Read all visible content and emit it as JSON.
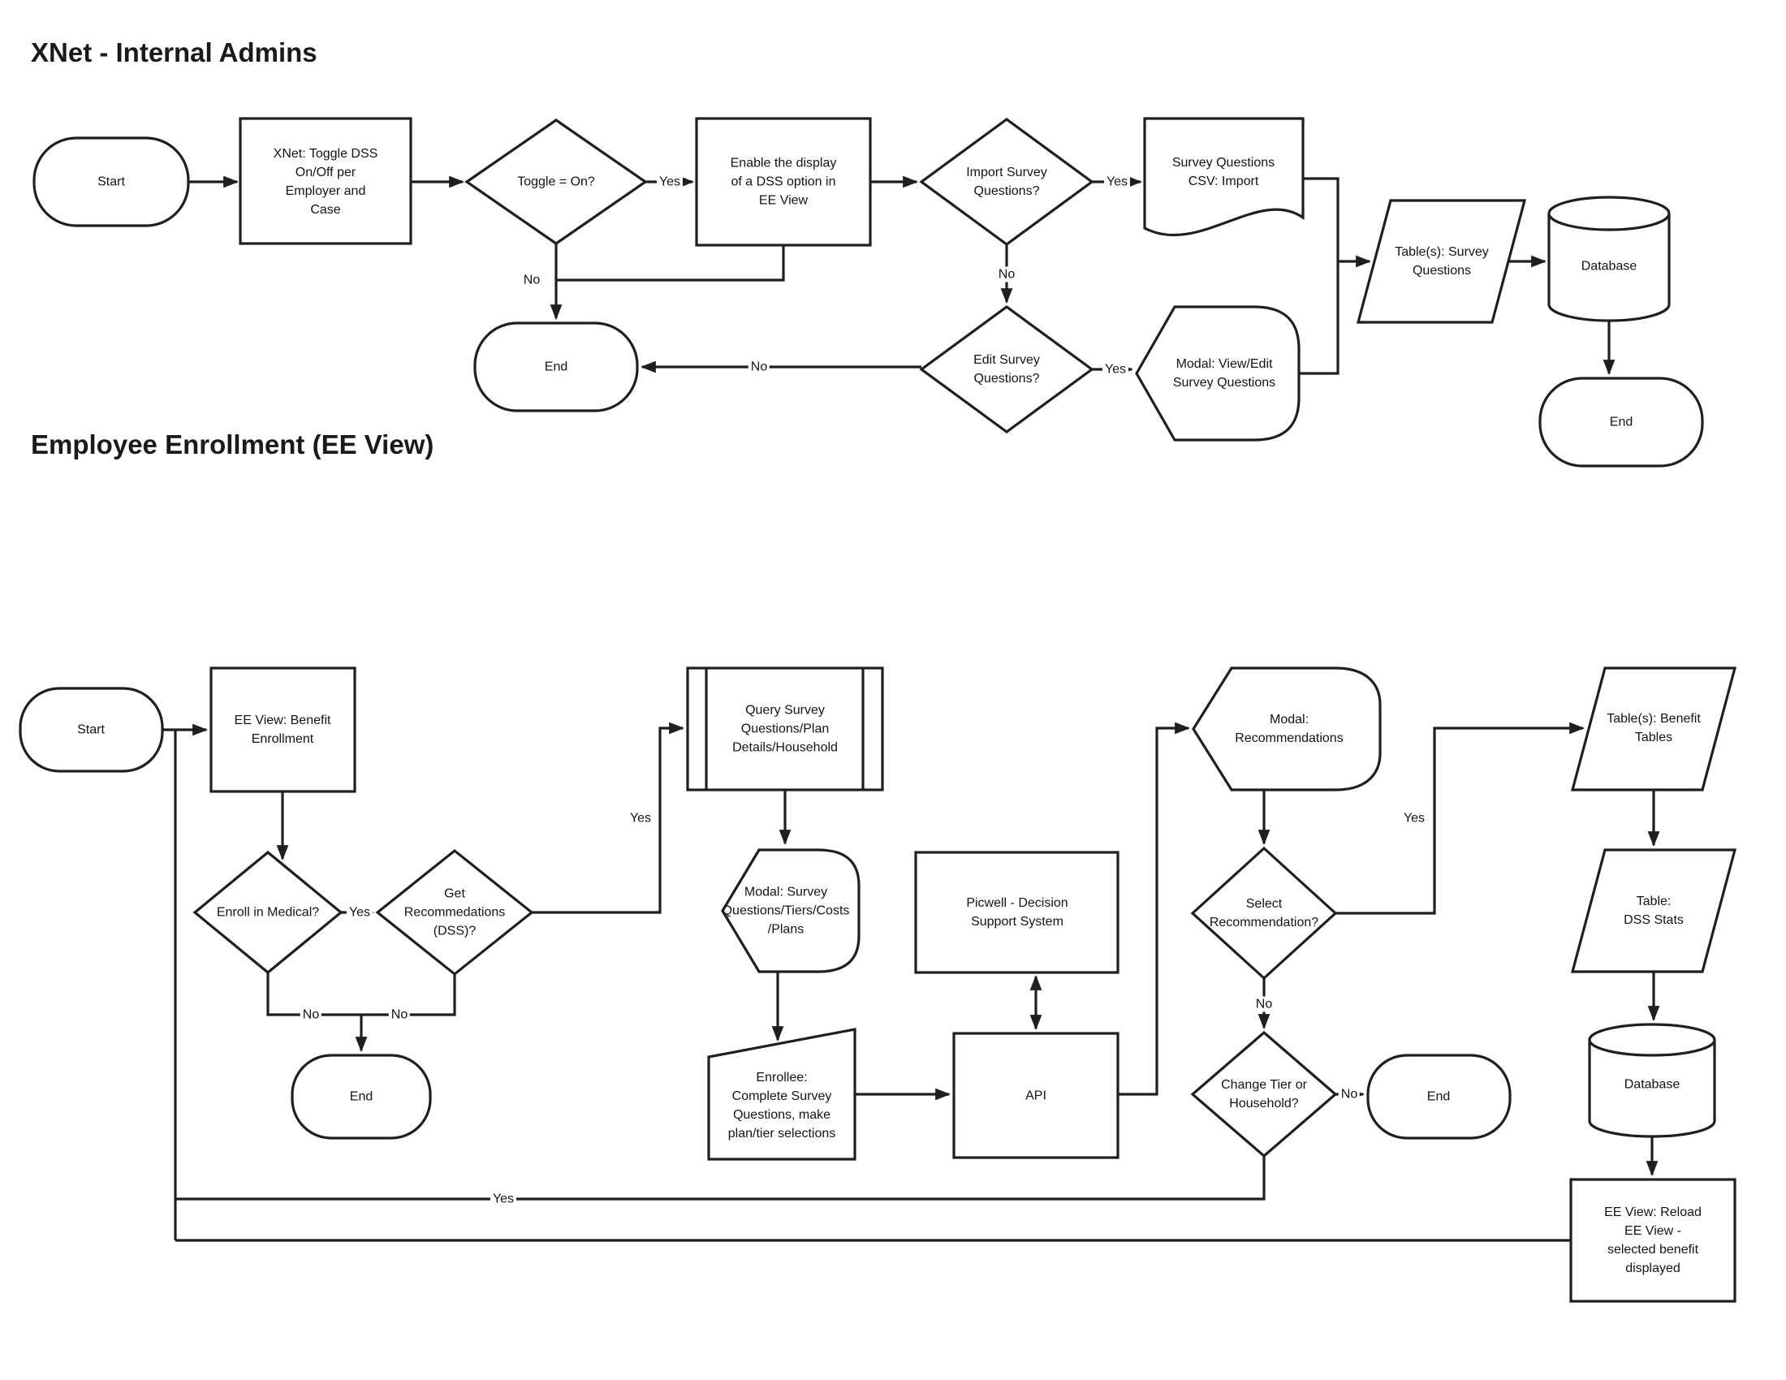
{
  "xnet": {
    "title": "XNet - Internal Admins",
    "nodes": {
      "start": "Start",
      "toggle_box": "XNet: Toggle DSS\nOn/Off per\nEmployer and\nCase",
      "toggle_q": "Toggle = On?",
      "enable_box": "Enable the display\nof a DSS option in\nEE View",
      "import_q": "Import Survey\nQuestions?",
      "csv_doc": "Survey Questions\nCSV: Import",
      "edit_q": "Edit Survey\nQuestions?",
      "modal_edit": "Modal: View/Edit\nSurvey Questions",
      "survey_table": "Table(s): Survey\nQuestions",
      "database": "Database",
      "end_main": "End",
      "end_db": "End"
    },
    "edges": {
      "toggle_yes": "Yes",
      "toggle_no": "No",
      "import_yes": "Yes",
      "import_no": "No",
      "edit_yes": "Yes",
      "edit_no": "No"
    }
  },
  "ee": {
    "title": "Employee Enrollment (EE View)",
    "nodes": {
      "start": "Start",
      "benefit_box": "EE View: Benefit\nEnrollment",
      "enroll_q": "Enroll in Medical?",
      "getrec_q": "Get\nRecommedations\n(DSS)?",
      "end_no_enroll": "End",
      "query_box": "Query Survey\nQuestions/Plan\nDetails/Household",
      "modal_survey": "Modal: Survey\nQuestions/Tiers/Costs\n/Plans",
      "enrollee_box": "Enrollee:\nComplete Survey\nQuestions, make\nplan/tier selections",
      "picwell_box": "Picwell - Decision\nSupport System",
      "api_box": "API",
      "modal_rec": "Modal:\nRecommendations",
      "select_q": "Select\nRecommendation?",
      "change_q": "Change Tier or\nHousehold?",
      "end_done": "End",
      "benefit_tables": "Table(s): Benefit\nTables",
      "dss_stats": "Table:\nDSS Stats",
      "database": "Database",
      "reload_box": "EE View: Reload\nEE View -\nselected benefit\ndisplayed"
    },
    "edges": {
      "enroll_yes": "Yes",
      "enroll_no": "No",
      "getrec_yes": "Yes",
      "getrec_no": "No",
      "select_yes": "Yes",
      "select_no": "No",
      "change_yes": "Yes",
      "change_no": "No"
    }
  }
}
